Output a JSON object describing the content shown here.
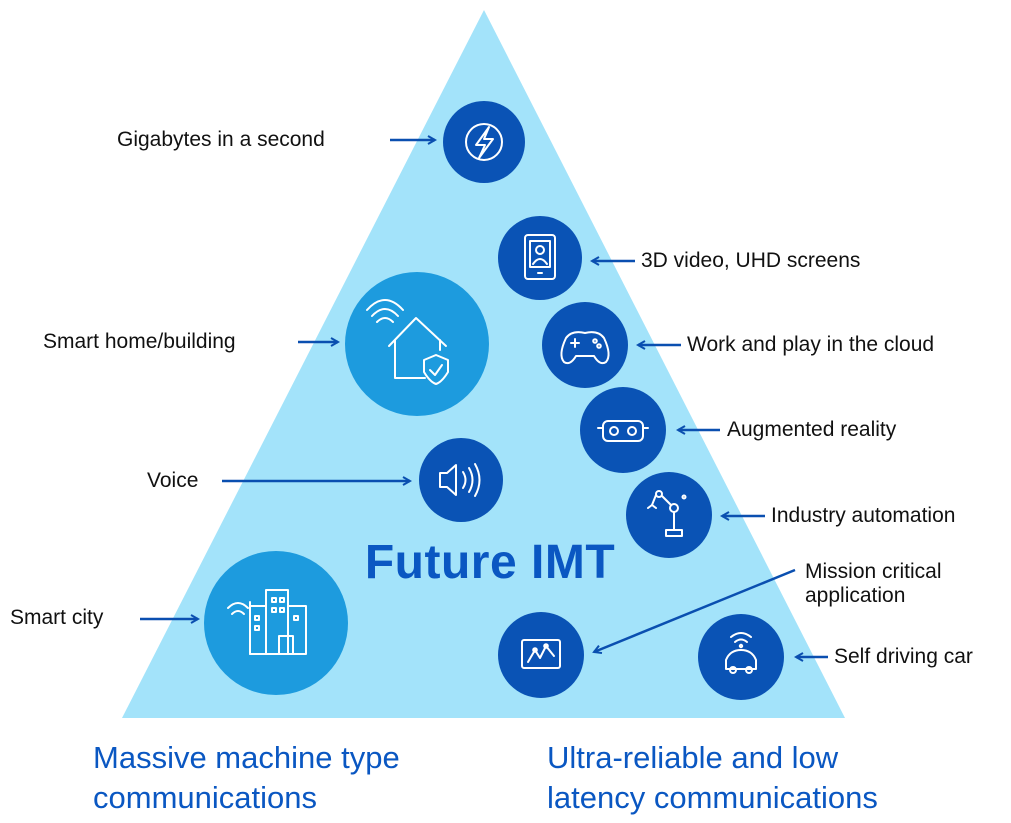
{
  "center_title": "Future IMT",
  "bottom_left_title": [
    "Massive machine type",
    "communications"
  ],
  "bottom_right_title": [
    "Ultra-reliable and low",
    "latency communications"
  ],
  "labels": {
    "gigabytes": "Gigabytes in a second",
    "video_3d": "3D video, UHD screens",
    "smart_home": "Smart home/building",
    "work_play": "Work and play in the cloud",
    "augmented": "Augmented reality",
    "voice": "Voice",
    "industry": "Industry automation",
    "mission": [
      "Mission critical",
      "application"
    ],
    "smart_city": "Smart city",
    "self_driving": "Self driving car"
  },
  "icons": {
    "gigabytes": "lightning-bolt-icon",
    "video_3d": "tablet-person-icon",
    "smart_home": "smart-home-icon",
    "work_play": "gamepad-icon",
    "augmented": "vr-headset-icon",
    "voice": "speaker-icon",
    "industry": "robot-arm-icon",
    "mission": "chart-screen-icon",
    "smart_city": "smart-city-icon",
    "self_driving": "connected-car-icon"
  },
  "colors": {
    "triangle": "#a3e3fa",
    "dark_circle": "#0a53b5",
    "light_circle": "#1d9bde",
    "accent_text": "#0a57c2",
    "arrow": "#0a4fb0"
  }
}
